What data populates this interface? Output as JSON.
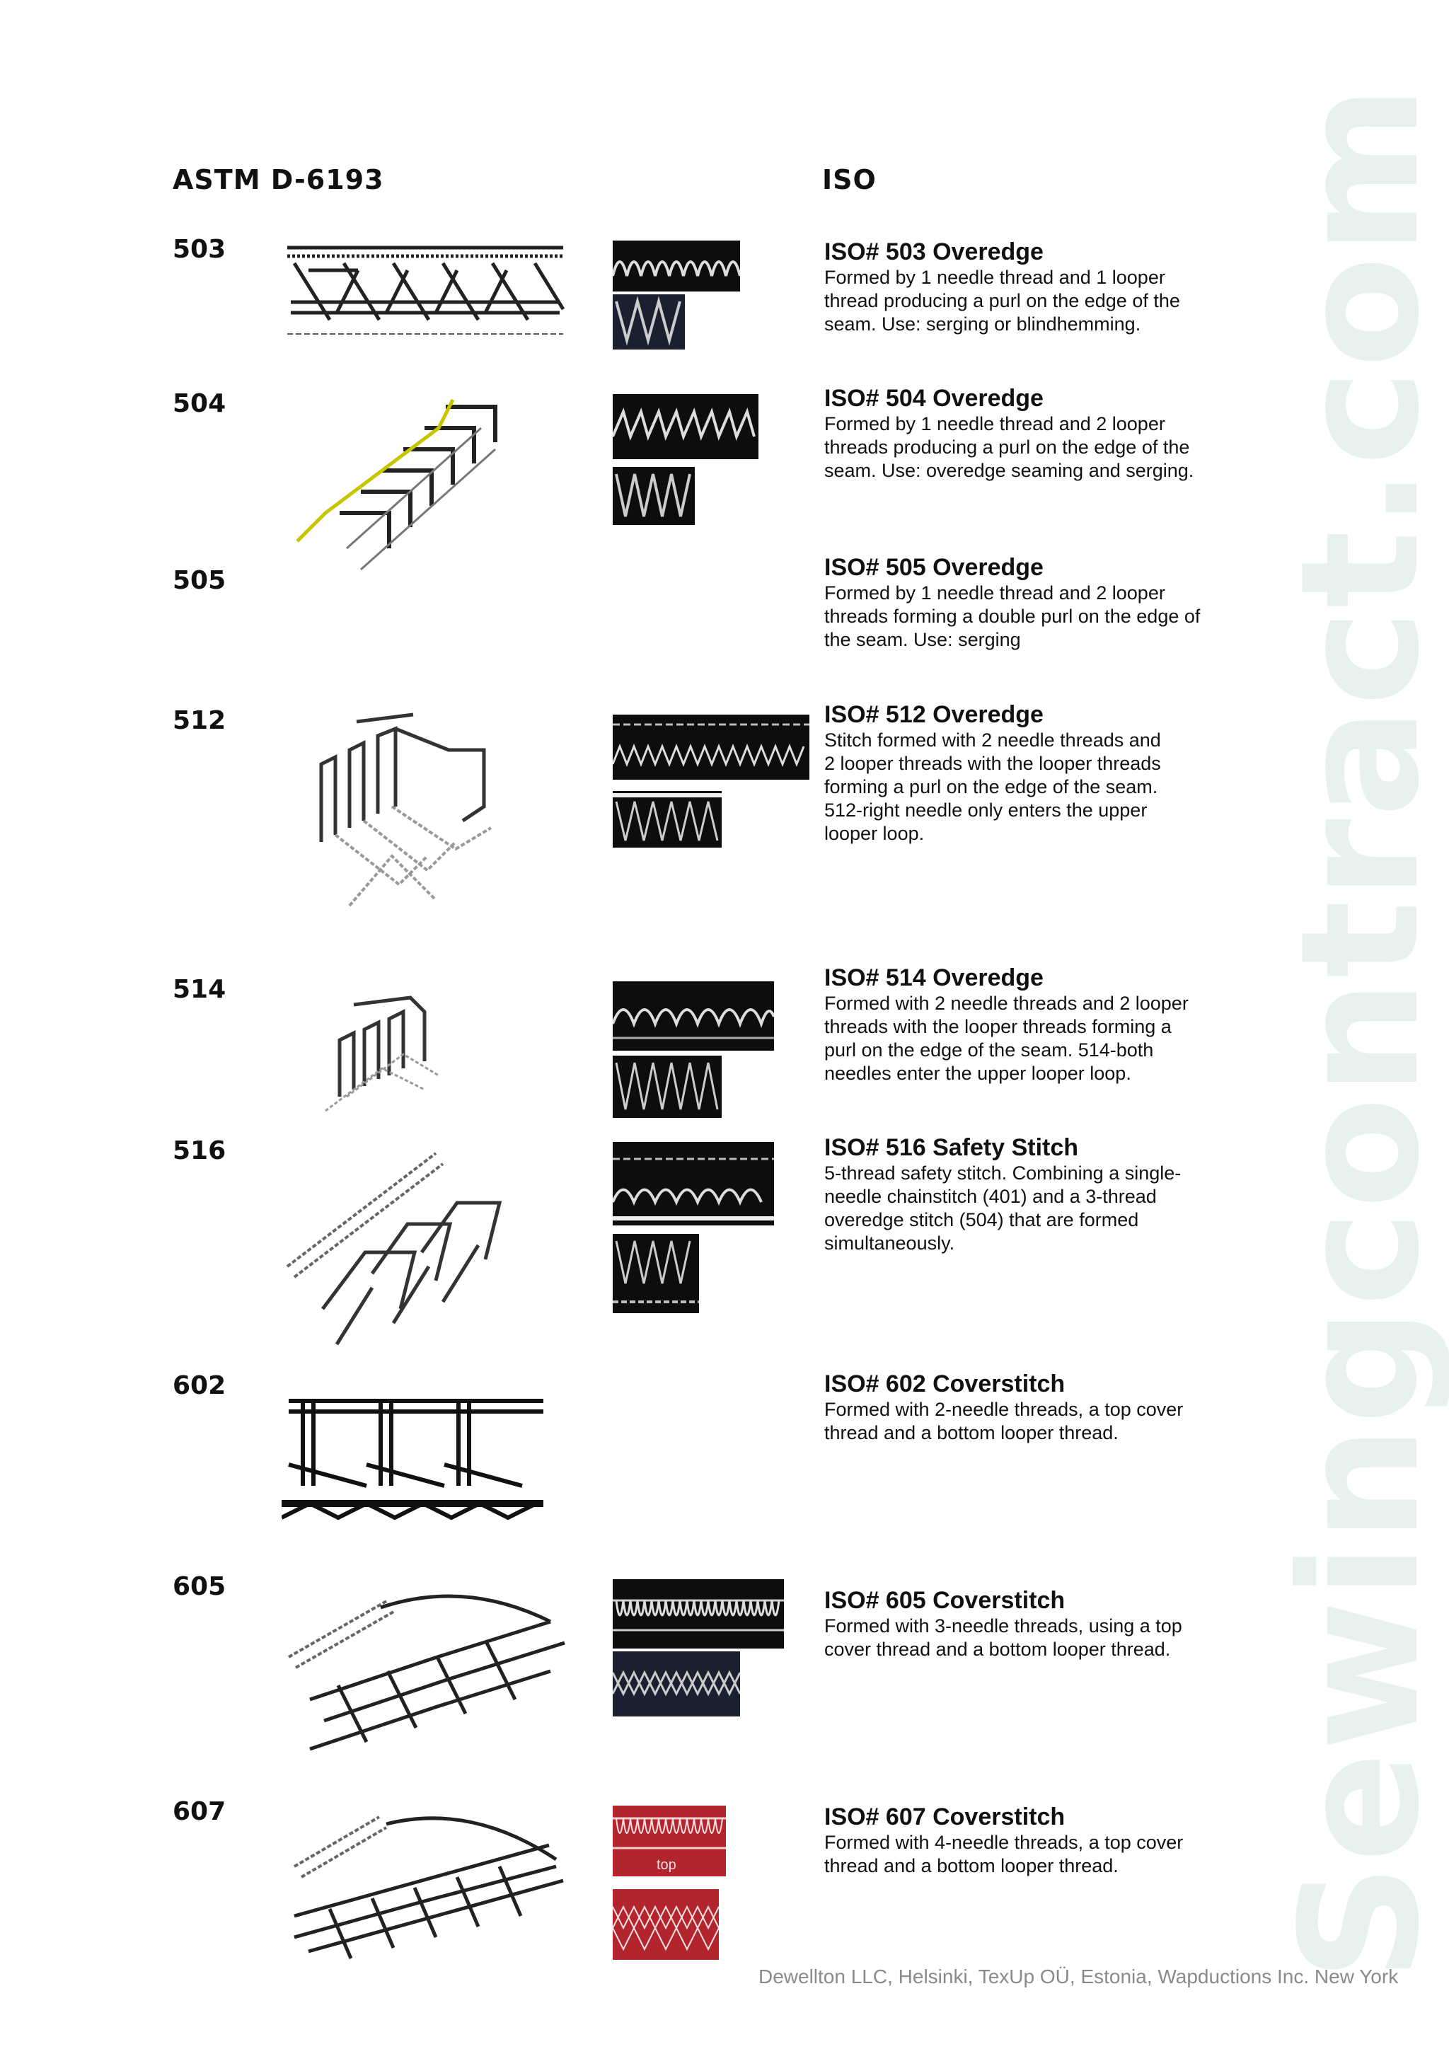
{
  "headers": {
    "left": "ASTM D-6193",
    "right": "ISO"
  },
  "watermark": "Sewingcontract.com",
  "footer": "Dewellton LLC, Helsinki, TexUp OÜ, Estonia, Wapductions Inc. New York",
  "stitches": [
    {
      "number": "503",
      "title": "ISO# 503 Overedge",
      "description": "Formed by 1 needle thread and 1 looper\nthread producing  a purl on the edge of the\nseam. Use: serging or blindhemming."
    },
    {
      "number": "504",
      "title": "ISO# 504 Overedge",
      "description": "Formed by 1 needle thread and 2 looper\nthreads producing a purl on the edge of the\nseam.  Use: overedge seaming and serging."
    },
    {
      "number": "505",
      "title": "ISO# 505 Overedge",
      "description": "Formed by 1 needle thread and 2 looper\nthreads forming a double purl on the edge of\nthe seam.  Use: serging"
    },
    {
      "number": "512",
      "title": "ISO# 512 Overedge",
      "description": "Stitch formed with 2 needle threads and\n2 looper threads with the looper threads\nforming a purl on the edge of the seam.\n512-right needle only enters the upper\nlooper loop."
    },
    {
      "number": "514",
      "title": "ISO# 514 Overedge",
      "description": "Formed with 2 needle threads and 2 looper\nthreads with the looper threads forming a\npurl on the edge of the seam.  514-both\nneedles enter the upper looper loop."
    },
    {
      "number": "516",
      "title": "ISO# 516 Safety Stitch",
      "description": "5-thread safety stitch. Combining a single-\nneedle chainstitch (401) and a 3-thread\noveredge stitch (504) that are formed\nsimultaneously."
    },
    {
      "number": "602",
      "title": "ISO# 602 Coverstitch",
      "description": "Formed with 2-needle threads, a top cover\nthread and a bottom looper thread."
    },
    {
      "number": "605",
      "title": "ISO# 605 Coverstitch",
      "description": "Formed with 3-needle threads, using  a top\ncover thread and a bottom looper thread."
    },
    {
      "number": "607",
      "title": "ISO# 607 Coverstitch",
      "description": "Formed with 4-needle threads, a top cover\nthread and a bottom looper thread."
    }
  ],
  "photo_labels": {
    "top_tag": "top"
  }
}
